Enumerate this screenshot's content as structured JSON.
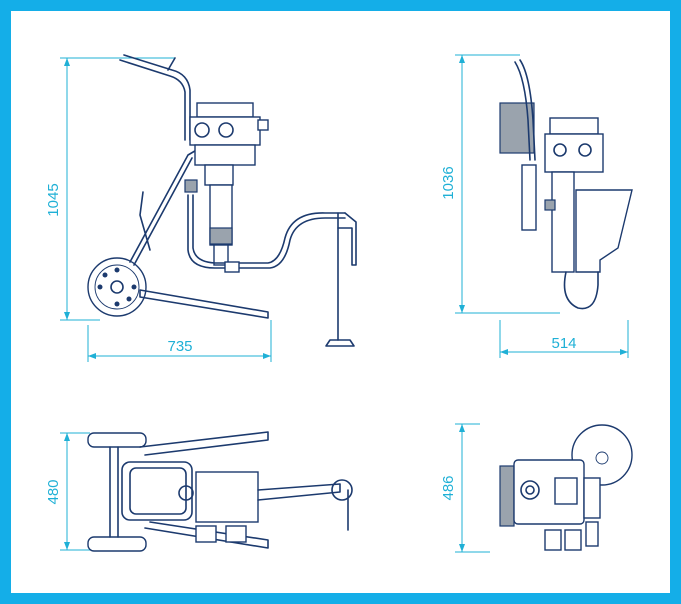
{
  "frame": {
    "border_color": "#14aee8"
  },
  "dimensions": {
    "side_view": {
      "height": "1045",
      "width": "735"
    },
    "rear_view": {
      "height": "1036",
      "width": "514"
    },
    "top_view": {
      "depth": "480"
    },
    "top_rear_view": {
      "depth": "486"
    }
  },
  "colors": {
    "dimension": "#1fb0d6",
    "drawing": "#1c3a6e"
  }
}
